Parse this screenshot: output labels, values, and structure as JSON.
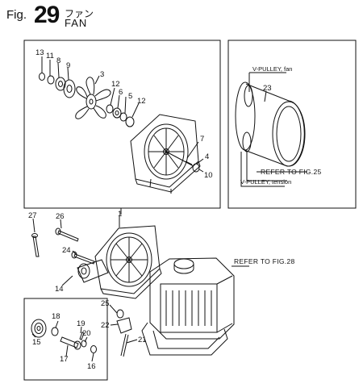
{
  "header": {
    "fig_prefix": "Fig.",
    "fig_number": "29",
    "title_jp": "ファン",
    "title_en": "FAN"
  },
  "notes": {
    "v_pulley_fan": "V-PULLEY, fan",
    "v_pulley_tension": "V-PULLEY, tension",
    "refer_fig_25": "REFER TO FIG.25",
    "refer_fig_28": "REFER TO FIG.28"
  },
  "callouts": {
    "c1": "1",
    "c3": "3",
    "c4": "4",
    "c5": "5",
    "c6": "6",
    "c7": "7",
    "c8": "8",
    "c9": "9",
    "c10": "10",
    "c11": "11",
    "c12a": "12",
    "c12b": "12",
    "c13": "13",
    "c14": "14",
    "c15": "15",
    "c16": "16",
    "c17": "17",
    "c18": "18",
    "c19": "19",
    "c20": "20",
    "c21": "21",
    "c22": "22",
    "c23": "23",
    "c24": "24",
    "c25": "25",
    "c26": "26",
    "c27": "27"
  }
}
